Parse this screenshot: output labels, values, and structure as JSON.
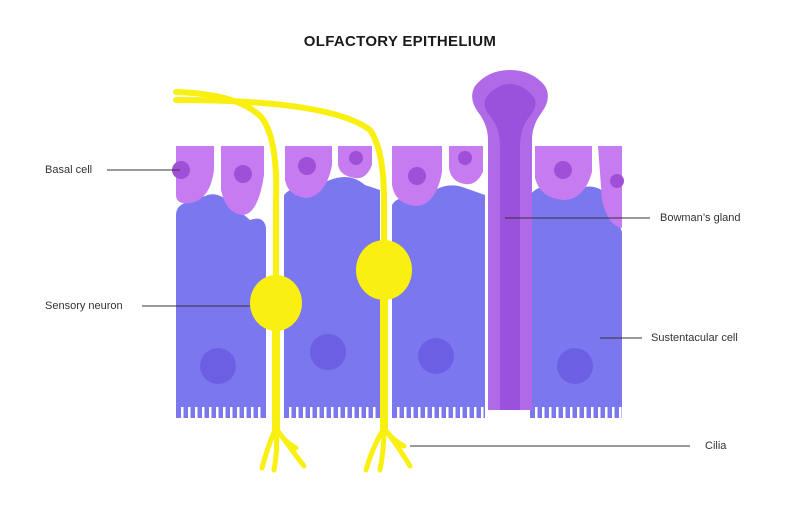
{
  "title": "OLFACTORY EPITHELIUM",
  "labels": {
    "basal_cell": "Basal cell",
    "sensory_neuron": "Sensory neuron",
    "bowmans_gland": "Bowman’s gland",
    "sustentacular_cell": "Sustentacular cell",
    "cilia": "Cilia"
  },
  "colors": {
    "sustentacular": "#7b78ef",
    "sustentacular_nucleus": "#6d5fe3",
    "basal": "#c67cf0",
    "basal_nucleus": "#a050d8",
    "gland_outer": "#b06ae8",
    "gland_inner": "#9a52dc",
    "neuron": "#f9f012",
    "leader_line": "#333333"
  }
}
